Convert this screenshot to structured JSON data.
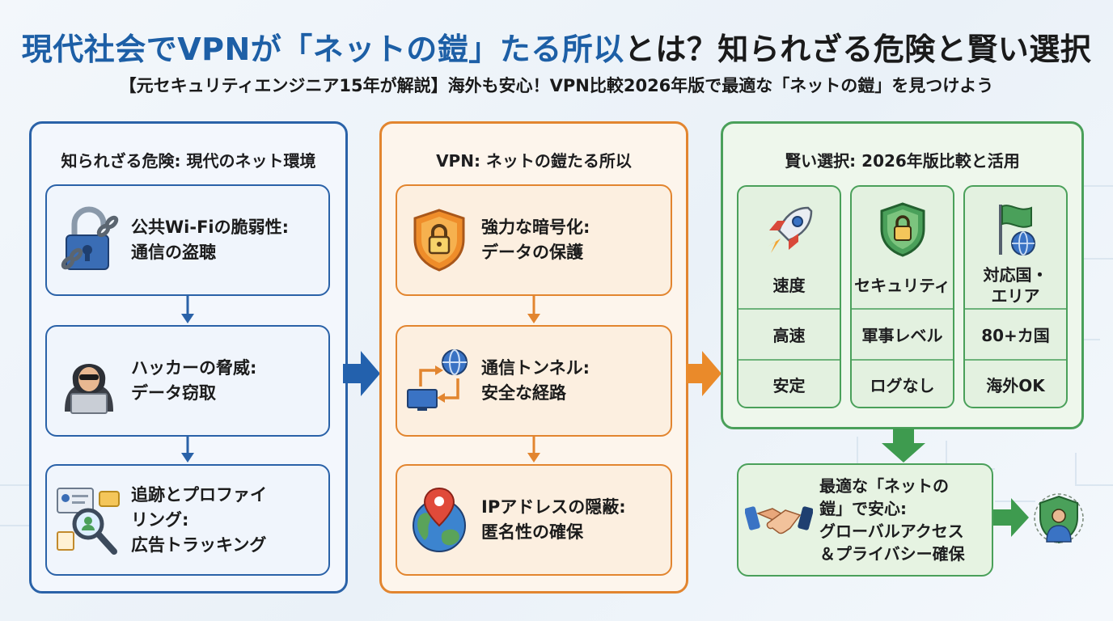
{
  "title": {
    "part1": "現代社会でVPNが「ネットの鎧」たる所以",
    "part2": "とは？知られざる危険と賢い選択"
  },
  "subtitle": "【元セキュリティエンジニア15年が解説】海外も安心！VPN比較2026年版で最適な「ネットの鎧」を見つけよう",
  "panels": {
    "left": {
      "heading": "知られざる危険: 現代のネット環境",
      "cards": [
        {
          "line1": "公共Wi-Fiの脆弱性:",
          "line2": "通信の盗聴",
          "line3": ""
        },
        {
          "line1": "ハッカーの脅威:",
          "line2": "データ窃取",
          "line3": ""
        },
        {
          "line1": "追跡とプロファイ",
          "line2": "リング:",
          "line3": "広告トラッキング"
        }
      ]
    },
    "mid": {
      "heading": "VPN: ネットの鎧たる所以",
      "cards": [
        {
          "line1": "強力な暗号化:",
          "line2": "データの保護"
        },
        {
          "line1": "通信トンネル:",
          "line2": "安全な経路"
        },
        {
          "line1": "IPアドレスの隠蔽:",
          "line2": "匿名性の確保"
        }
      ]
    },
    "right": {
      "heading": "賢い選択: 2026年版比較と活用",
      "columns": [
        {
          "label": "速度",
          "label2": "",
          "cell1": "高速",
          "cell2": "安定"
        },
        {
          "label": "セキュリティ",
          "label2": "",
          "cell1": "軍事レベル",
          "cell2": "ログなし"
        },
        {
          "label": "対応国・",
          "label2": "エリア",
          "cell1": "80+カ国",
          "cell2": "海外OK"
        }
      ]
    }
  },
  "result": {
    "line1": "最適な「ネットの",
    "line2": "鎧」で安心:",
    "line3": "グローバルアクセス",
    "line4": "＆プライバシー確保"
  },
  "colors": {
    "blue": "#2a62a8",
    "orange": "#e2852f",
    "green": "#4aa05a",
    "title_blue": "#1d5fa6"
  }
}
